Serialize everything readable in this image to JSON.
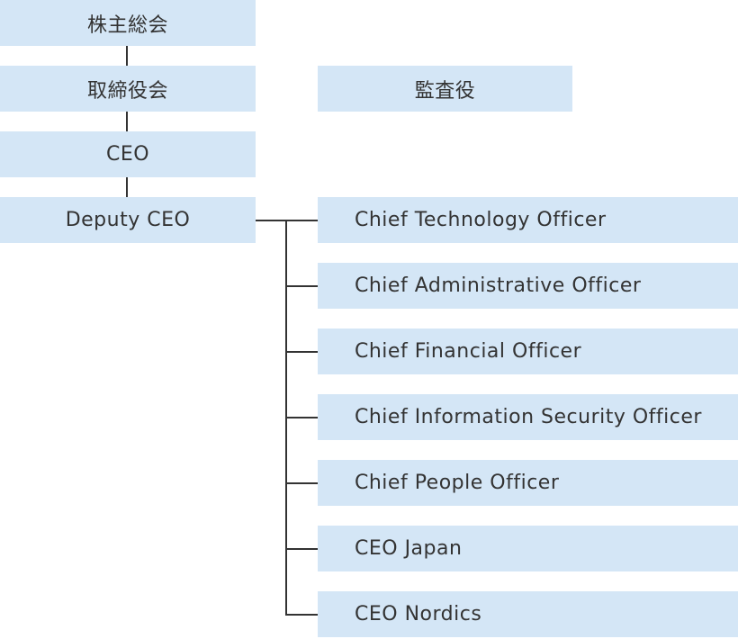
{
  "left_chain": [
    {
      "label": "株主総会"
    },
    {
      "label": "取締役会"
    },
    {
      "label": "CEO"
    },
    {
      "label": "Deputy CEO"
    }
  ],
  "auditor": {
    "label": "監査役"
  },
  "officers": [
    {
      "label": "Chief Technology Officer"
    },
    {
      "label": "Chief Administrative Officer"
    },
    {
      "label": "Chief Financial Officer"
    },
    {
      "label": "Chief Information Security Officer"
    },
    {
      "label": "Chief People Officer"
    },
    {
      "label": "CEO Japan"
    },
    {
      "label": "CEO Nordics"
    }
  ]
}
